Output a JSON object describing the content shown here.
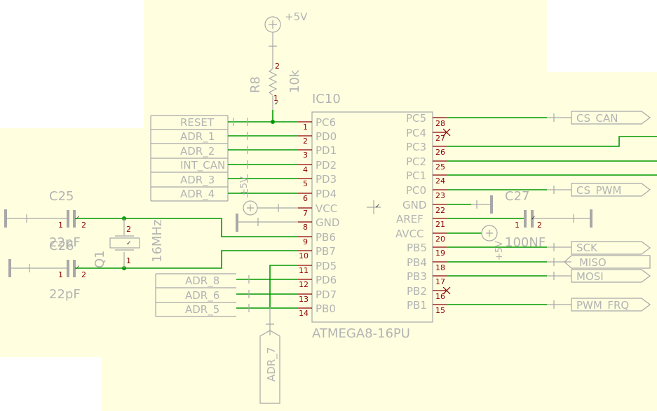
{
  "ic": {
    "ref": "IC10",
    "value": "ATMEGA8-16PU",
    "left_pins": [
      {
        "num": "1",
        "name": "PC6"
      },
      {
        "num": "2",
        "name": "PD0"
      },
      {
        "num": "3",
        "name": "PD1"
      },
      {
        "num": "4",
        "name": "PD2"
      },
      {
        "num": "5",
        "name": "PD3"
      },
      {
        "num": "6",
        "name": "PD4"
      },
      {
        "num": "7",
        "name": "VCC"
      },
      {
        "num": "8",
        "name": "GND"
      },
      {
        "num": "9",
        "name": "PB6"
      },
      {
        "num": "10",
        "name": "PB7"
      },
      {
        "num": "11",
        "name": "PD5"
      },
      {
        "num": "12",
        "name": "PD6"
      },
      {
        "num": "13",
        "name": "PD7"
      },
      {
        "num": "14",
        "name": "PB0"
      }
    ],
    "right_pins": [
      {
        "num": "28",
        "name": "PC5"
      },
      {
        "num": "27",
        "name": "PC4"
      },
      {
        "num": "26",
        "name": "PC3"
      },
      {
        "num": "25",
        "name": "PC2"
      },
      {
        "num": "24",
        "name": "PC1"
      },
      {
        "num": "23",
        "name": "PC0"
      },
      {
        "num": "22",
        "name": "GND"
      },
      {
        "num": "21",
        "name": "AREF"
      },
      {
        "num": "20",
        "name": "AVCC"
      },
      {
        "num": "19",
        "name": "PB5"
      },
      {
        "num": "18",
        "name": "PB4"
      },
      {
        "num": "17",
        "name": "PB3"
      },
      {
        "num": "16",
        "name": "PB2"
      },
      {
        "num": "15",
        "name": "PB1"
      }
    ]
  },
  "left_labels": [
    "RESET",
    "ADR_1",
    "ADR_2",
    "INT_CAN",
    "ADR_3",
    "ADR_4"
  ],
  "left_labels_lower": [
    "ADR_8",
    "ADR_6",
    "ADR_5"
  ],
  "bottom_label": "ADR_7",
  "right_labels": {
    "pc5": "CS_CAN",
    "pc0": "CS_PWM",
    "pb5": "SCK",
    "pb4": "MISO",
    "pb3": "MOSI",
    "pb1": "PWM_FRQ"
  },
  "resistor": {
    "ref": "R8",
    "value": "10k",
    "pin1": "1",
    "pin2": "2"
  },
  "supply": {
    "top": "+5V",
    "vcc": "+5V",
    "avcc": "+5V"
  },
  "c25": {
    "ref": "C25",
    "value": "22pF",
    "pin1": "1",
    "pin2": "2"
  },
  "c26": {
    "ref": "C26",
    "value": "22pF",
    "pin1": "1",
    "pin2": "2"
  },
  "c27": {
    "ref": "C27",
    "value": "100NF",
    "pin1": "1",
    "pin2": "2"
  },
  "crystal": {
    "ref": "Q1",
    "value": "16MHz",
    "pin1": "1",
    "pin2": "2"
  }
}
